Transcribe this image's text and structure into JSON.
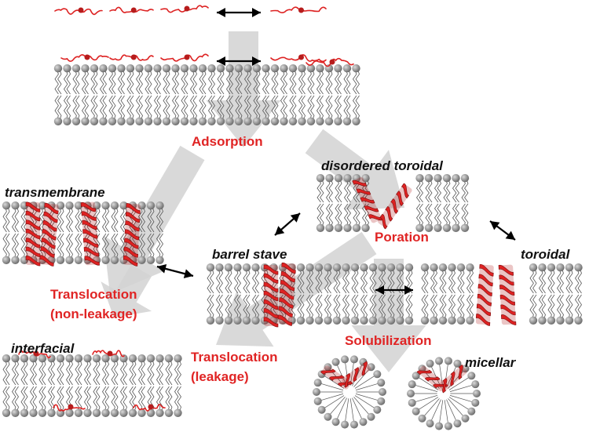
{
  "colors": {
    "arrow_fill": "#d2d2d2",
    "lipid_head": "#8e8e8e",
    "lipid_tail": "#555555",
    "peptide": "#dd2222",
    "process_text": "#e02424",
    "state_text": "#111111"
  },
  "labels": {
    "adsorption": "Adsorption",
    "transmembrane": "transmembrane",
    "disordered_toroidal": "disordered toroidal",
    "poration": "Poration",
    "barrel_stave": "barrel stave",
    "toroidal": "toroidal",
    "translocation_nonleakage_1": "Translocation",
    "translocation_nonleakage_2": "(non-leakage)",
    "interfacial": "interfacial",
    "translocation_leakage_1": "Translocation",
    "translocation_leakage_2": "(leakage)",
    "solubilization": "Solubilization",
    "micellar": "micellar"
  }
}
